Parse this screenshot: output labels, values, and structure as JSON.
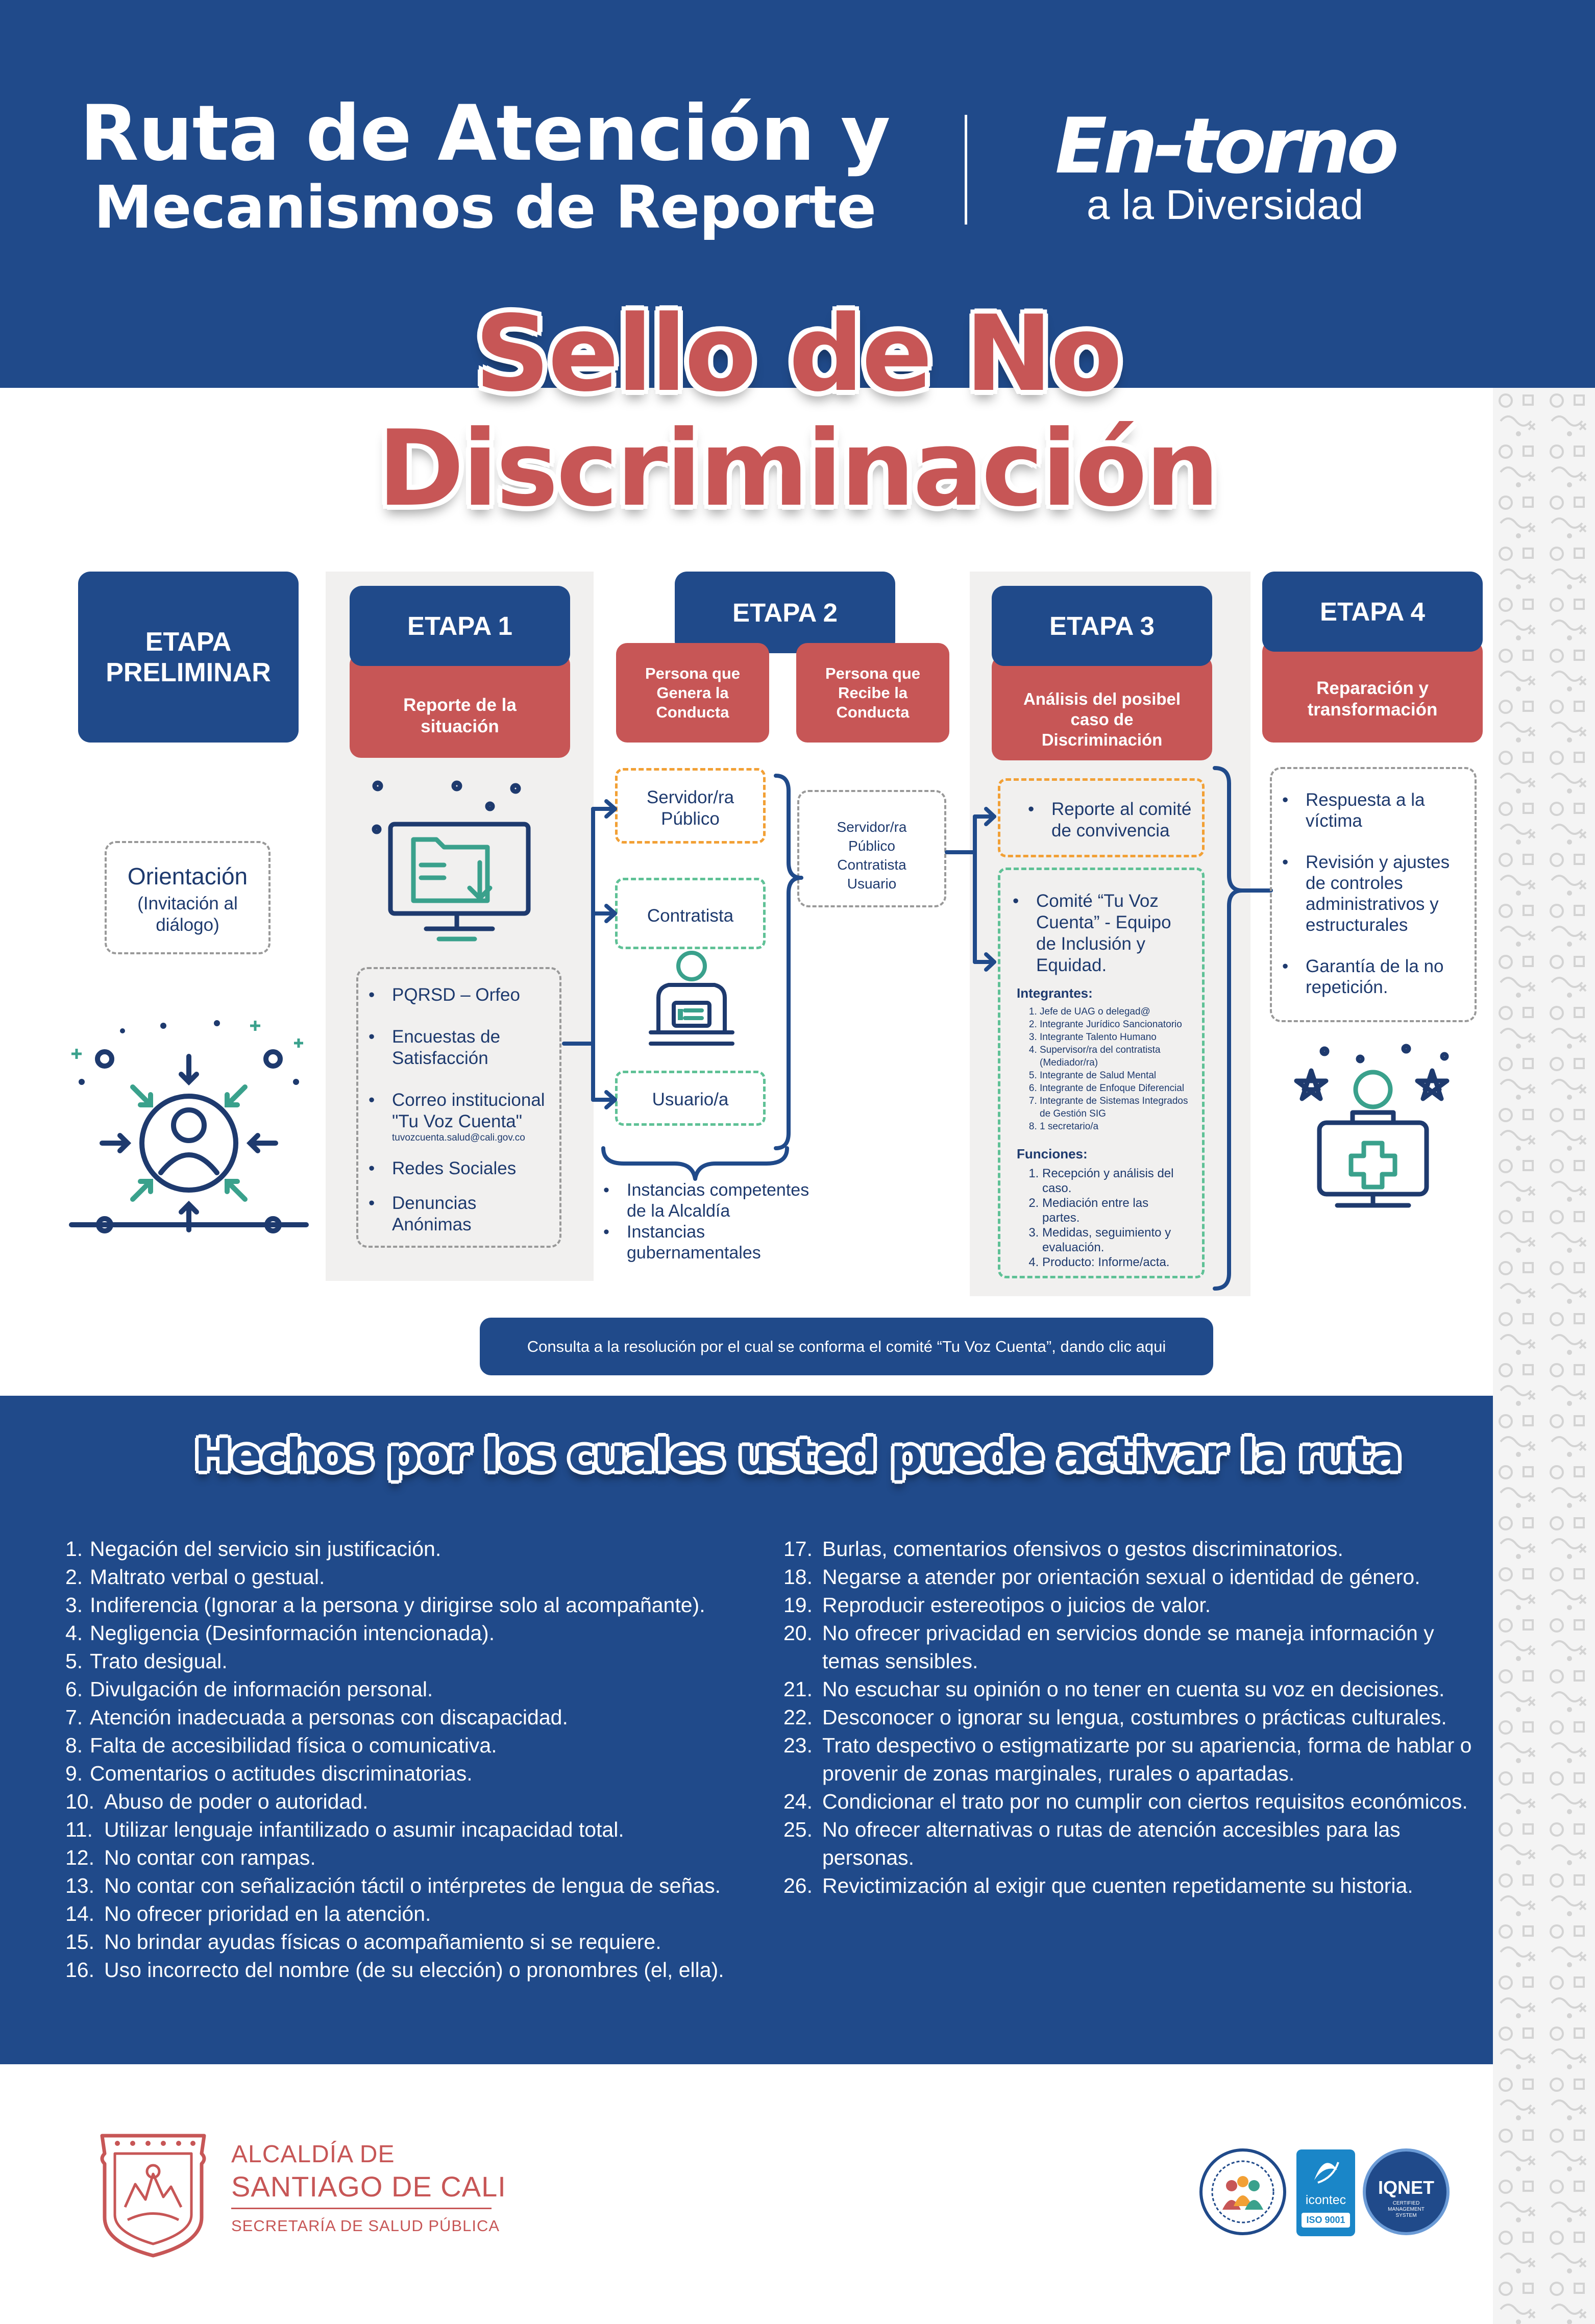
{
  "header": {
    "title_line1": "Ruta de Atención y",
    "title_line2": "Mecanismos de Reporte",
    "brand_line1": "En-torno",
    "brand_line2": "a la Diversidad"
  },
  "main_title": {
    "line1": "Sello de No",
    "line2": "Discriminación"
  },
  "preliminary": {
    "header": "ETAPA PRELIMINAR",
    "box_title": "Orientación",
    "box_subtitle": "(Invitación al diálogo)"
  },
  "stage1": {
    "header": "ETAPA 1",
    "subheader": "Reporte de la situación",
    "channels": [
      {
        "label": "PQRSD    – Orfeo"
      },
      {
        "label": "Encuestas de Satisfacción"
      },
      {
        "label": "Correo institucional \"Tu Voz Cuenta\"",
        "note": "tuvozcuenta.salud@cali.gov.co"
      },
      {
        "label": "Redes Sociales"
      },
      {
        "label": "Denuncias Anónimas"
      }
    ]
  },
  "stage2": {
    "header": "ETAPA 2",
    "col_generator": "Persona que Genera la Conducta",
    "col_receiver": "Persona que Recibe la Conducta",
    "generators": [
      "Servidor/ra Público",
      "Contratista",
      "Usuario/a"
    ],
    "receivers": "Servidor/ra Público Contratista Usuario",
    "instances": [
      "Instancias competentes de la Alcaldía",
      "Instancias gubernamentales"
    ]
  },
  "stage3": {
    "header": "ETAPA 3",
    "subheader": "Análisis del posibel caso de Discriminación",
    "report_box": "Reporte al comité de convivencia",
    "committee": "Comité “Tu Voz Cuenta” - Equipo de Inclusión y Equidad.",
    "members_title": "Integrantes:",
    "members": [
      "Jefe de UAG o delegad@",
      "Integrante Jurídico Sancionatorio",
      "Integrante Talento Humano",
      "Supervisor/ra del contratista (Mediador/ra)",
      "Integrante de Salud Mental",
      "Integrante de Enfoque Diferencial",
      "Integrante de Sistemas Integrados de Gestión SIG",
      "1 secretario/a"
    ],
    "functions_title": "Funciones:",
    "functions": [
      "Recepción y análisis del caso.",
      "Mediación entre las partes.",
      "Medidas, seguimiento y evaluación.",
      "Producto: Informe/acta."
    ]
  },
  "stage4": {
    "header": "ETAPA 4",
    "subheader": "Reparación y transformación",
    "items": [
      "Respuesta a la víctima",
      "Revisión y ajustes de controles administrativos y estructurales",
      "Garantía de la no repetición."
    ]
  },
  "resolution_button": "Consulta a la resolución por el cual se conforma el comité “Tu Voz Cuenta”, dando clic aqui",
  "facts": {
    "title": "Hechos por los cuales usted puede activar la ruta",
    "left": [
      {
        "n": "1.",
        "t": "Negación del servicio sin justificación."
      },
      {
        "n": "2.",
        "t": "Maltrato verbal o gestual."
      },
      {
        "n": "3.",
        "t": "Indiferencia (Ignorar a la persona y dirigirse solo al acompañante)."
      },
      {
        "n": "4.",
        "t": "Negligencia (Desinformación intencionada)."
      },
      {
        "n": "5.",
        "t": "Trato desigual."
      },
      {
        "n": "6.",
        "t": "Divulgación de información personal."
      },
      {
        "n": "7.",
        "t": "Atención inadecuada a personas con discapacidad."
      },
      {
        "n": "8.",
        "t": "Falta de accesibilidad física o comunicativa."
      },
      {
        "n": "9.",
        "t": "Comentarios o actitudes discriminatorias."
      },
      {
        "n": "10.",
        "t": "Abuso de poder o autoridad."
      },
      {
        "n": "11.",
        "t": "Utilizar lenguaje infantilizado o asumir incapacidad total."
      },
      {
        "n": "12.",
        "t": "No contar con rampas."
      },
      {
        "n": "13.",
        "t": "No contar con señalización táctil o intérpretes de lengua de señas."
      },
      {
        "n": "14.",
        "t": "No ofrecer prioridad en la atención."
      },
      {
        "n": "15.",
        "t": "No brindar ayudas físicas o acompañamiento si se requiere."
      },
      {
        "n": "16.",
        "t": "Uso incorrecto del nombre (de su elección) o pronombres (el, ella)."
      }
    ],
    "right": [
      {
        "n": "17.",
        "t": "Burlas, comentarios ofensivos o gestos discriminatorios."
      },
      {
        "n": "18.",
        "t": "Negarse a atender por orientación sexual o identidad de género."
      },
      {
        "n": "19.",
        "t": "Reproducir estereotipos o juicios de valor."
      },
      {
        "n": "20.",
        "t": "No ofrecer privacidad en servicios donde se maneja información y temas sensibles."
      },
      {
        "n": "21.",
        "t": "No escuchar su opinión o no tener en cuenta su voz en decisiones."
      },
      {
        "n": "22.",
        "t": "Desconocer o ignorar su lengua, costumbres o prácticas culturales."
      },
      {
        "n": "23.",
        "t": "Trato despectivo o estigmatizarte por su apariencia, forma de hablar o provenir de zonas marginales, rurales o apartadas."
      },
      {
        "n": "24.",
        "t": "Condicionar el trato por no cumplir con ciertos requisitos económicos."
      },
      {
        "n": "25.",
        "t": "No ofrecer alternativas o rutas de atención accesibles para las personas."
      },
      {
        "n": "26.",
        "t": "Revictimización al exigir que cuenten repetidamente su historia."
      }
    ]
  },
  "footer": {
    "org_line1": "ALCALDÍA DE",
    "org_line2": "SANTIAGO DE CALI",
    "org_line3": "SECRETARÍA DE SALUD PÚBLICA",
    "seal_icontec_name": "icontec",
    "seal_icontec_std": "ISO 9001",
    "seal_iqnet_name": "IQNET",
    "seal_iqnet_sub": "CERTIFIED MANAGEMENT SYSTEM"
  },
  "colors": {
    "blue": "#204a8a",
    "red": "#c75656",
    "teal": "#3aa18c",
    "navy": "#1e3a6e"
  }
}
